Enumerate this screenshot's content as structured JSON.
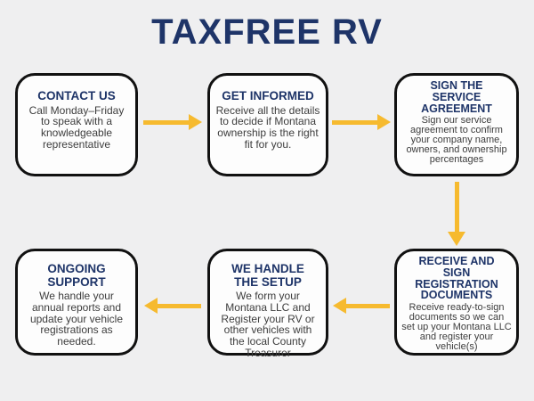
{
  "page": {
    "title": "TAXFREE RV"
  },
  "colors": {
    "background": "#efeff0",
    "box_fill": "#fdfdfd",
    "box_border": "#111111",
    "heading_navy": "#1e3468",
    "body_gray": "#3d3d3d",
    "arrow_gold": "#f6ba2f"
  },
  "steps": [
    {
      "title": "CONTACT US",
      "description": "Call Monday–Friday to speak with a knowledgeable representative"
    },
    {
      "title": "GET INFORMED",
      "description": "Receive all the details to decide if Montana ownership is the right fit for you."
    },
    {
      "title": "SIGN THE\nSERVICE\nAGREEMENT",
      "description": "Sign our service agreement to confirm your company name, owners, and ownership percentages"
    },
    {
      "title": "RECEIVE AND\nSIGN\nREGISTRATION\nDOCUMENTS",
      "description": "Receive ready-to-sign documents so we can set up your Montana LLC and register your vehicle(s)"
    },
    {
      "title": "WE HANDLE\nTHE SETUP",
      "description": "We form your Montana LLC and Register your RV or other vehicles with the local County Treasurer"
    },
    {
      "title": "ONGOING\nSUPPORT",
      "description": "We handle your annual reports and update your vehicle registrations as needed."
    }
  ],
  "connectors": [
    {
      "from": "contact-us",
      "to": "get-informed",
      "direction": "right"
    },
    {
      "from": "get-informed",
      "to": "sign-the-service-agreement",
      "direction": "right"
    },
    {
      "from": "sign-the-service-agreement",
      "to": "receive-and-sign-registration-documents",
      "direction": "down"
    },
    {
      "from": "receive-and-sign-registration-documents",
      "to": "we-handle-the-setup",
      "direction": "left"
    },
    {
      "from": "we-handle-the-setup",
      "to": "ongoing-support",
      "direction": "left"
    }
  ]
}
